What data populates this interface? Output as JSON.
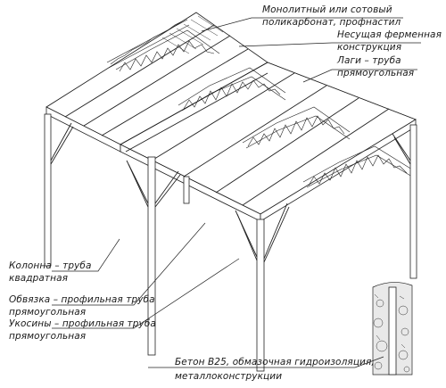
{
  "callouts": {
    "roofing": {
      "line1": "Монолитный или сотовый",
      "line2": "поликарбонат, профнастил"
    },
    "truss": {
      "line1": "Несущая ферменная",
      "line2": "конструкция"
    },
    "purlins": {
      "line1": "Лаги – труба",
      "line2": "прямоугольная"
    },
    "column": {
      "line1": "Колонна – труба",
      "line2": "квадратная"
    },
    "strapping": {
      "line1": "Обвязка – профильная труба",
      "line2": "прямоугольная"
    },
    "braces": {
      "line1": "Укосины – профильная труба",
      "line2": "прямоугольная"
    },
    "foundation": {
      "line1": "Бетон В25, обмазочная гидроизоляция,",
      "line2": "металлоконструкции"
    }
  },
  "colors": {
    "ink": "#222222",
    "paper": "#ffffff",
    "concrete": "#e9e9e9"
  }
}
